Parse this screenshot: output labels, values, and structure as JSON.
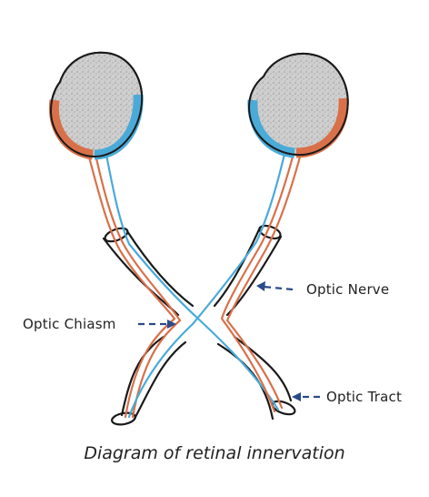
{
  "labels": {
    "optic_nerve": "Optic Nerve",
    "optic_chiasm": "Optic Chiasm",
    "optic_tract": "Optic Tract"
  },
  "caption": "Diagram of retinal innervation",
  "colors": {
    "temporal_fibers": "#d8704a",
    "nasal_fibers": "#4aaad8",
    "eyeball": "#c8c8c8",
    "outline": "#1a1a1a",
    "arrow": "#2a4a8a"
  }
}
